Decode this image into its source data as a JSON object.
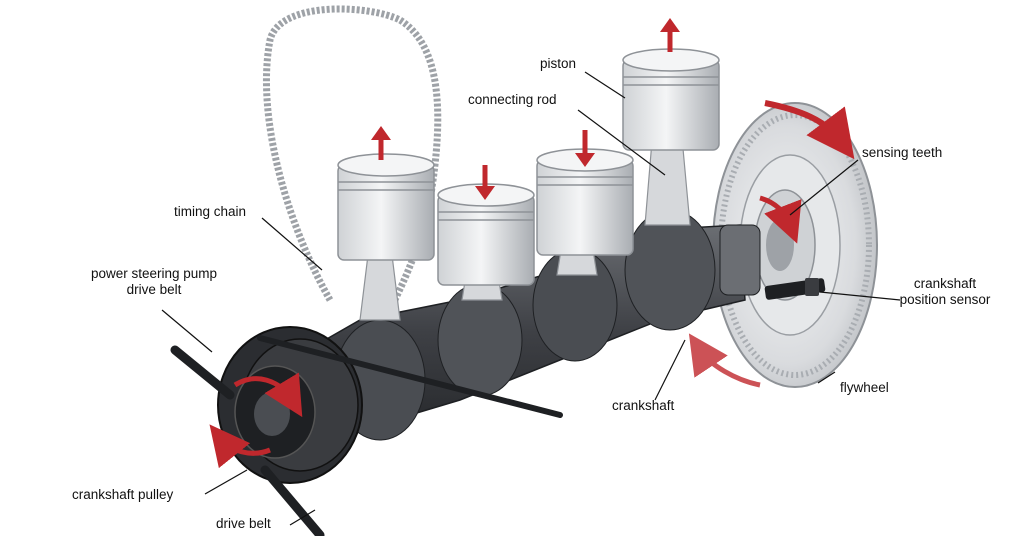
{
  "labels": {
    "piston": "piston",
    "connecting_rod": "connecting rod",
    "sensing_teeth": "sensing teeth",
    "timing_chain": "timing chain",
    "power_steering_line1": "power steering pump",
    "power_steering_line2": "drive belt",
    "crankshaft_position_line1": "crankshaft",
    "crankshaft_position_line2": "position sensor",
    "flywheel": "flywheel",
    "crankshaft": "crankshaft",
    "crankshaft_pulley": "crankshaft pulley",
    "drive_belt": "drive belt"
  },
  "colors": {
    "motion_arrow": "#c0282d",
    "metal_light": "#e8e9ea",
    "metal_dark": "#3a3c40",
    "leader_line": "#111111"
  }
}
